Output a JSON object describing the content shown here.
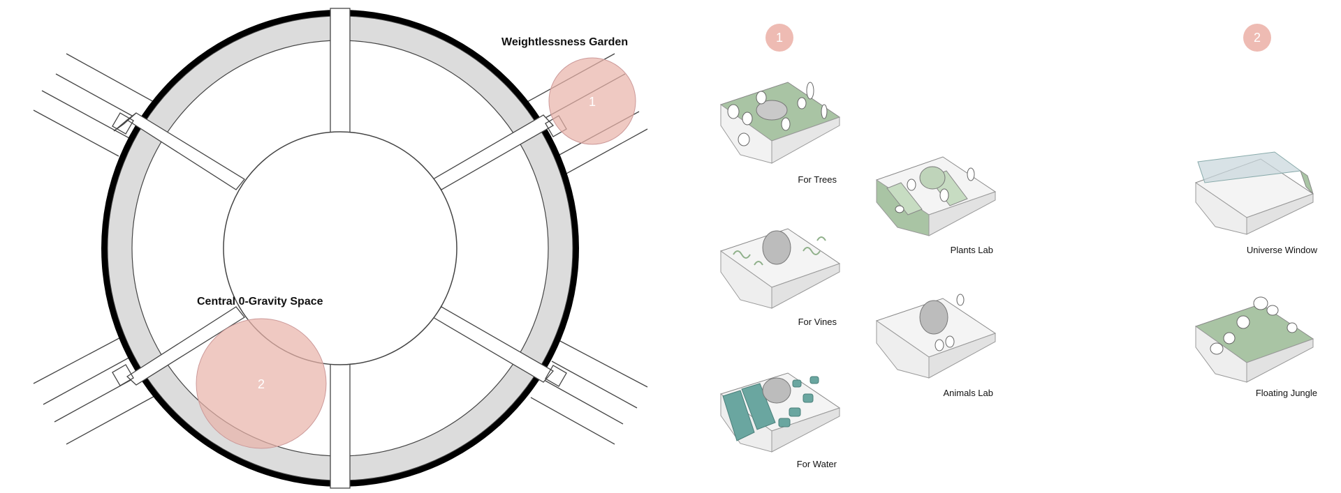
{
  "plan": {
    "zone_weightlessness": {
      "title": "Weightlessness Garden",
      "marker": "1"
    },
    "zone_central": {
      "title": "Central 0-Gravity Space",
      "marker": "2"
    }
  },
  "columns": {
    "col1_marker": "1",
    "col2_marker": "2"
  },
  "modules": {
    "for_trees": "For Trees",
    "for_vines": "For Vines",
    "for_water": "For Water",
    "plants_lab": "Plants Lab",
    "animals_lab": "Animals Lab",
    "universe_window": "Universe Window",
    "floating_jungle": "Floating Jungle"
  },
  "colors": {
    "ring_black": "#000000",
    "ring_grey": "#dcdcdc",
    "marker_pink": "#e8b2a8",
    "green_planting": "#a9c4a4",
    "water_teal": "#6aa6a0",
    "glass_blue": "#c7d6dc"
  }
}
